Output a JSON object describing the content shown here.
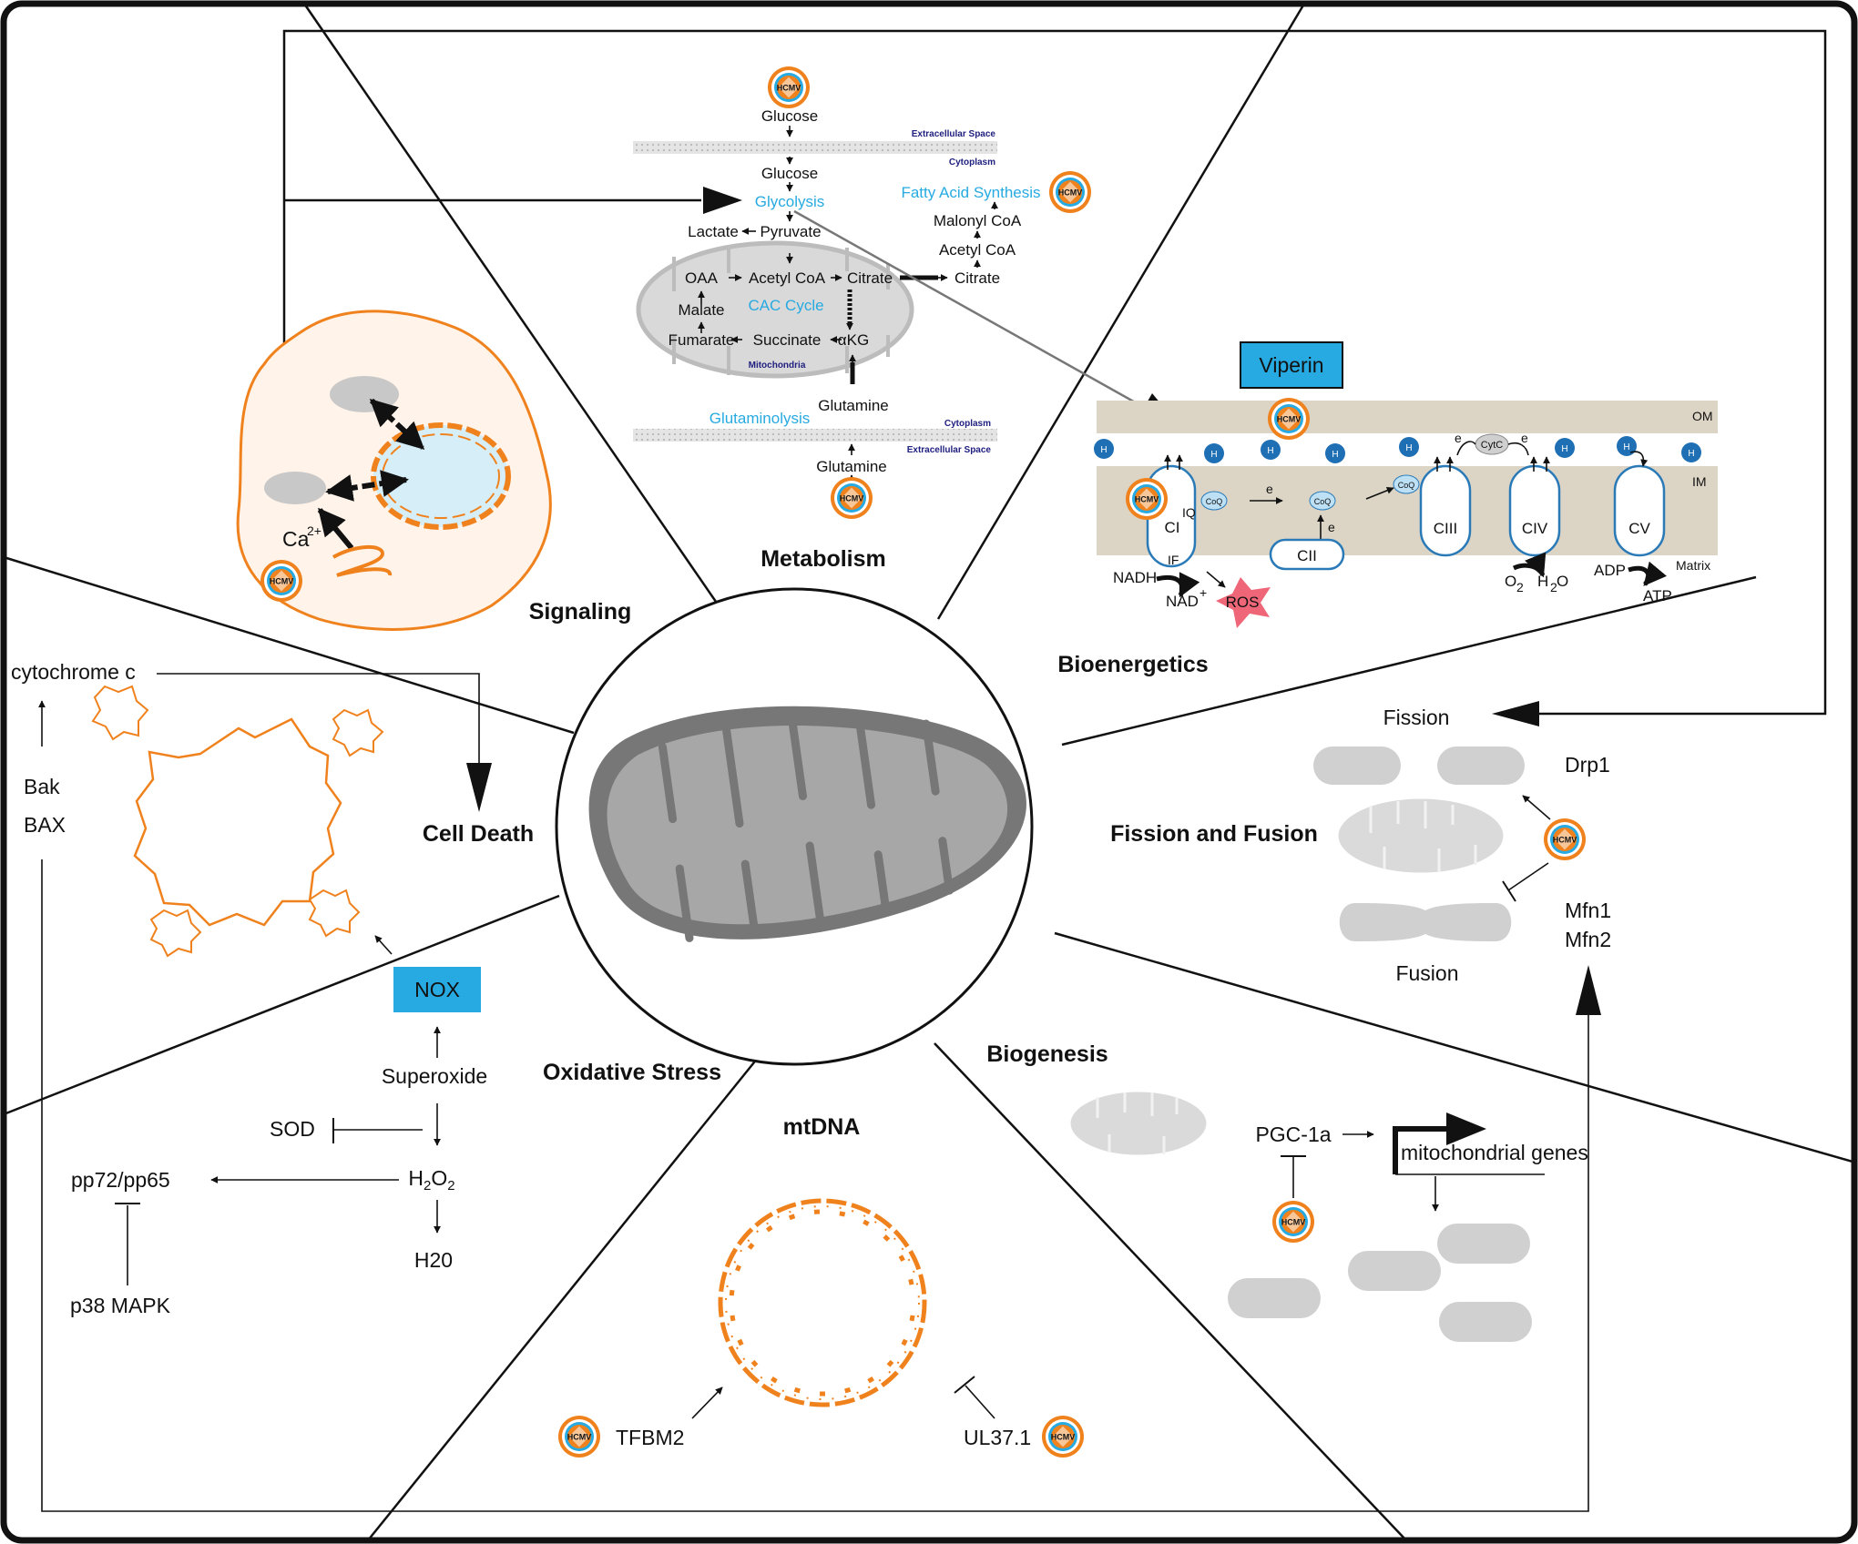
{
  "sections": {
    "metabolism": "Metabolism",
    "signaling": "Signaling",
    "bioenergetics": "Bioenergetics",
    "cell_death": "Cell Death",
    "fission_fusion": "Fission and Fusion",
    "oxidative_stress": "Oxidative Stress",
    "biogenesis": "Biogenesis",
    "mtdna": "mtDNA"
  },
  "virus_label": "HCMV",
  "metabolism": {
    "glucose_out": "Glucose",
    "extracellular_space": "Extracellular Space",
    "cytoplasm": "Cytoplasm",
    "glucose_in": "Glucose",
    "glycolysis": "Glycolysis",
    "fatty_acid_synthesis": "Fatty Acid Synthesis",
    "malonyl_coa": "Malonyl CoA",
    "acetyl_coa_cyto": "Acetyl CoA",
    "citrate_cyto": "Citrate",
    "lactate": "Lactate",
    "pyruvate": "Pyruvate",
    "oaa": "OAA",
    "acetyl_coa_mito": "Acetyl CoA",
    "citrate_mito": "Citrate",
    "malate": "Malate",
    "cac_cycle": "CAC Cycle",
    "fumarate": "Fumarate",
    "succinate": "Succinate",
    "akg": "αKG",
    "mitochondria": "Mitochondria",
    "glutamine_in": "Glutamine",
    "glutaminolysis": "Glutaminolysis",
    "cytoplasm_2": "Cytoplasm",
    "extracellular_space_2": "Extracellular Space",
    "glutamine_out": "Glutamine"
  },
  "signaling": {
    "calcium": "Ca",
    "calcium_sup": "2+"
  },
  "bioenergetics": {
    "viperin": "Viperin",
    "om": "OM",
    "im": "IM",
    "matrix": "Matrix",
    "h": "H",
    "cytc": "CytC",
    "coq": "CoQ",
    "electron": "e",
    "electron_sup": "-",
    "ci": "CI",
    "iq": "IQ",
    "if_site": "IF",
    "cii": "CII",
    "ciii": "CIII",
    "civ": "CIV",
    "cv": "CV",
    "nadh": "NADH",
    "nad": "NAD",
    "nad_sup": "+",
    "ros": "ROS",
    "o2": "O",
    "o2_sub": "2",
    "h2o": "H",
    "h2o_sub": "2",
    "h2o_o": "O",
    "adp": "ADP",
    "atp": "ATP"
  },
  "cell_death": {
    "cytochrome_c": "cytochrome c",
    "bak": "Bak",
    "bax": "BAX"
  },
  "fission_fusion": {
    "fission": "Fission",
    "drp1": "Drp1",
    "mfn1": "Mfn1",
    "mfn2": "Mfn2",
    "fusion": "Fusion"
  },
  "oxidative_stress": {
    "nox": "NOX",
    "superoxide": "Superoxide",
    "sod": "SOD",
    "pp72_pp65": "pp72/pp65",
    "h2o2": "H2O2",
    "h2o": "H20",
    "p38_mapk": "p38 MAPK"
  },
  "biogenesis": {
    "pgc1a": "PGC-1a",
    "mitochondrial_genes": "mitochondrial genes"
  },
  "mtdna": {
    "tfbm2": "TFBM2",
    "ul37": "UL37.1"
  },
  "colors": {
    "orange": "#f0821e",
    "blue_box": "#27aae1",
    "blue_text": "#27aae1",
    "complex_stroke": "#2a7ab8",
    "proton": "#1f6fb5",
    "ros": "#ee6677",
    "membrane": "#dcd5c6",
    "grey": "#d0d0d0"
  }
}
